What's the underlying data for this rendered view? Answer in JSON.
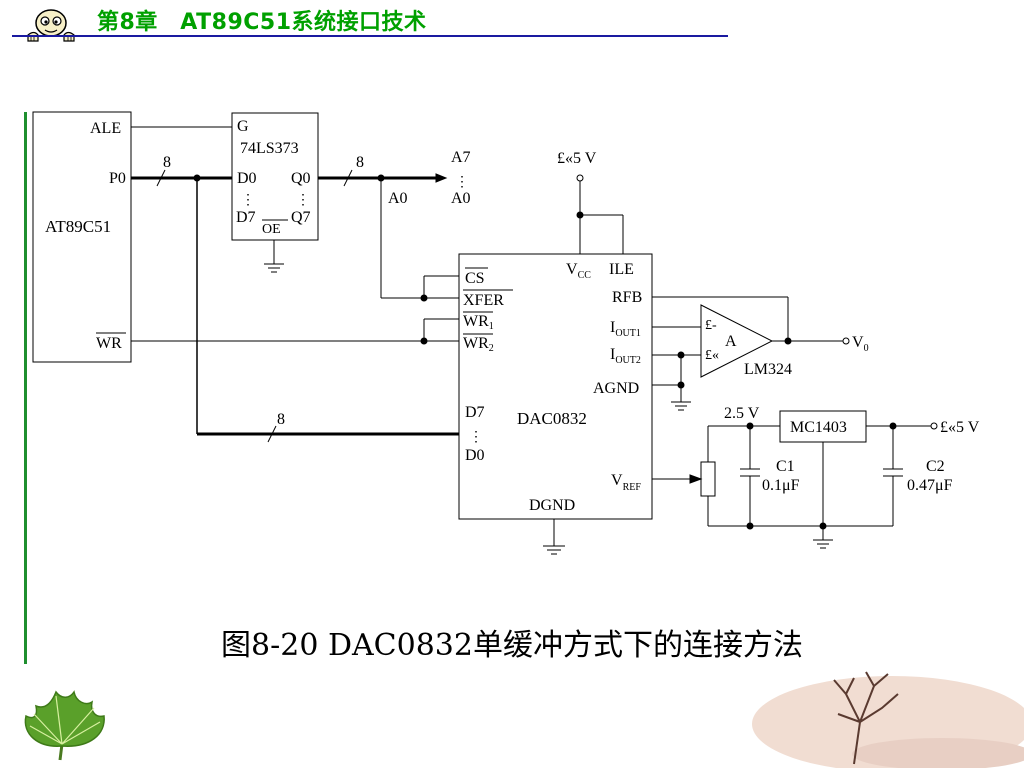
{
  "header": {
    "chapter_title": "第8章　AT89C51系统接口技术"
  },
  "circuit": {
    "mcu": {
      "name": "AT89C51",
      "pin_ale": "ALE",
      "pin_p0": "P0",
      "pin_wr": "WR"
    },
    "latch": {
      "name": "74LS373",
      "pin_g": "G",
      "pin_d0": "D0",
      "pin_q0": "Q0",
      "pin_d7": "D7",
      "pin_q7": "Q7",
      "pin_oe": "OE",
      "dots_d": "⋮",
      "dots_q": "⋮"
    },
    "bus": {
      "width_p0": "8",
      "width_q": "8",
      "width_data": "8",
      "addr_a7": "A7",
      "addr_dots": "⋮",
      "addr_a0": "A0",
      "a0_tap": "A0"
    },
    "dac": {
      "name": "DAC0832",
      "pin_cs": "CS",
      "pin_xfer": "XFER",
      "pin_wr1_base": "WR",
      "pin_wr1_sub": "1",
      "pin_wr2_base": "WR",
      "pin_wr2_sub": "2",
      "pin_d7": "D7",
      "pin_dots": "⋮",
      "pin_d0": "D0",
      "pin_vcc_base": "V",
      "pin_vcc_sub": "CC",
      "pin_ile": "ILE",
      "pin_rfb": "RFB",
      "pin_iout1_base": "I",
      "pin_iout1_sub": "OUT1",
      "pin_iout2_base": "I",
      "pin_iout2_sub": "OUT2",
      "pin_agnd": "AGND",
      "pin_vref_base": "V",
      "pin_vref_sub": "REF",
      "pin_dgnd": "DGND"
    },
    "supply_top": "£«5 V",
    "opamp": {
      "name": "LM324",
      "label": "A",
      "minus": "£-",
      "plus": "£«",
      "out_base": "V",
      "out_sub": "0"
    },
    "ref": {
      "voltage": "2.5 V",
      "name": "MC1403",
      "supply": "£«5 V",
      "c1_name": "C1",
      "c1_value": "0.1μF",
      "c2_name": "C2",
      "c2_value": "0.47μF"
    }
  },
  "caption": "图8-20  DAC0832单缓冲方式下的连接方法"
}
